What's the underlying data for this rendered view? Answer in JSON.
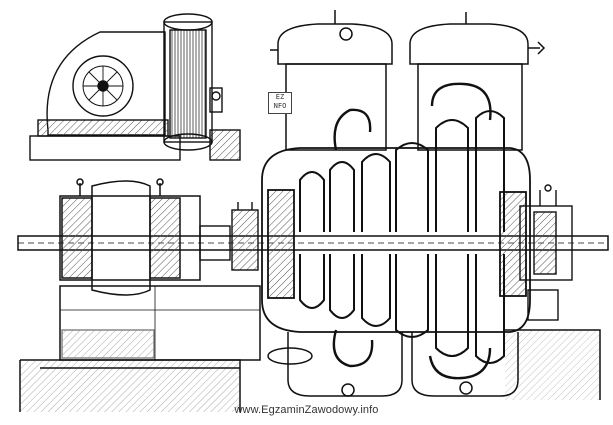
{
  "diagram": {
    "caption": "www.EgzaminZawodowy.info",
    "stamp": {
      "line1": "EZ",
      "line2": "NFO"
    },
    "colors": {
      "ink": "#111111",
      "hatch": "#555555",
      "paper": "#ffffff"
    }
  }
}
